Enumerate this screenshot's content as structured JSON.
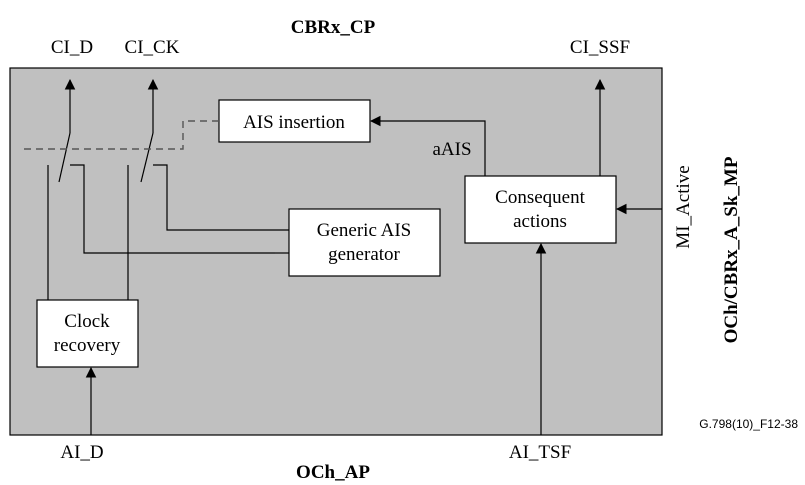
{
  "diagram": {
    "top_title": "CBRx_CP",
    "bottom_title": "OCh_AP",
    "side_title": "OCh/CBRx_A_Sk_MP",
    "figure_id": "G.798(10)_F12-38",
    "top_labels": {
      "ci_d": "CI_D",
      "ci_ck": "CI_CK",
      "ci_ssf": "CI_SSF"
    },
    "bottom_labels": {
      "ai_d": "AI_D",
      "ai_tsf": "AI_TSF"
    },
    "side_label": "MI_Active",
    "signal_label": "aAIS",
    "blocks": {
      "ais_insertion": {
        "label": "AIS insertion"
      },
      "generic_ais": {
        "line1": "Generic AIS",
        "line2": "generator"
      },
      "consequent": {
        "line1": "Consequent",
        "line2": "actions"
      },
      "clock_recovery": {
        "line1": "Clock",
        "line2": "recovery"
      }
    },
    "colors": {
      "panel_fill": "#c0c0c0",
      "stroke": "#000000",
      "control_dashed": "#555555",
      "block_fill": "#ffffff",
      "text": "#000000"
    }
  }
}
